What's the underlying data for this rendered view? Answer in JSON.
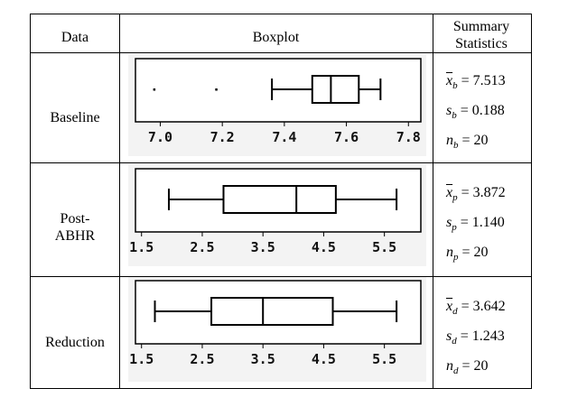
{
  "headers": {
    "data": "Data",
    "boxplot": "Boxplot",
    "summary_line1": "Summary",
    "summary_line2": "Statistics"
  },
  "rows": [
    {
      "label_lines": [
        "Baseline"
      ],
      "stats": [
        {
          "sym": "x",
          "sub": "b",
          "bar": true,
          "value": "= 7.513"
        },
        {
          "sym": "s",
          "sub": "b",
          "bar": false,
          "value": "= 0.188"
        },
        {
          "sym": "n",
          "sub": "b",
          "bar": false,
          "value": "= 20"
        }
      ]
    },
    {
      "label_lines": [
        "Post-",
        "ABHR"
      ],
      "stats": [
        {
          "sym": "x",
          "sub": "p",
          "bar": true,
          "value": "= 3.872"
        },
        {
          "sym": "s",
          "sub": "p",
          "bar": false,
          "value": "= 1.140"
        },
        {
          "sym": "n",
          "sub": "p",
          "bar": false,
          "value": "= 20"
        }
      ]
    },
    {
      "label_lines": [
        "Reduction"
      ],
      "stats": [
        {
          "sym": "x",
          "sub": "d",
          "bar": true,
          "value": "= 3.642"
        },
        {
          "sym": "s",
          "sub": "d",
          "bar": false,
          "value": "= 1.243"
        },
        {
          "sym": "n",
          "sub": "d",
          "bar": false,
          "value": "= 20"
        }
      ]
    }
  ],
  "chart_data": [
    {
      "type": "boxplot",
      "axis_min": 6.92,
      "axis_max": 7.84,
      "ticks": [
        "7.0",
        "7.2",
        "7.4",
        "7.6",
        "7.8"
      ],
      "whisker_low": 7.36,
      "q1": 7.49,
      "median": 7.55,
      "q3": 7.64,
      "whisker_high": 7.71,
      "outliers": [
        6.98,
        7.18
      ]
    },
    {
      "type": "boxplot",
      "axis_min": 1.4,
      "axis_max": 6.1,
      "ticks": [
        "1.5",
        "2.5",
        "3.5",
        "4.5",
        "5.5"
      ],
      "whisker_low": 1.95,
      "q1": 2.85,
      "median": 4.05,
      "q3": 4.7,
      "whisker_high": 5.7,
      "outliers": []
    },
    {
      "type": "boxplot",
      "axis_min": 1.4,
      "axis_max": 6.1,
      "ticks": [
        "1.5",
        "2.5",
        "3.5",
        "4.5",
        "5.5"
      ],
      "whisker_low": 1.72,
      "q1": 2.65,
      "median": 3.5,
      "q3": 4.65,
      "whisker_high": 5.7,
      "outliers": []
    }
  ]
}
